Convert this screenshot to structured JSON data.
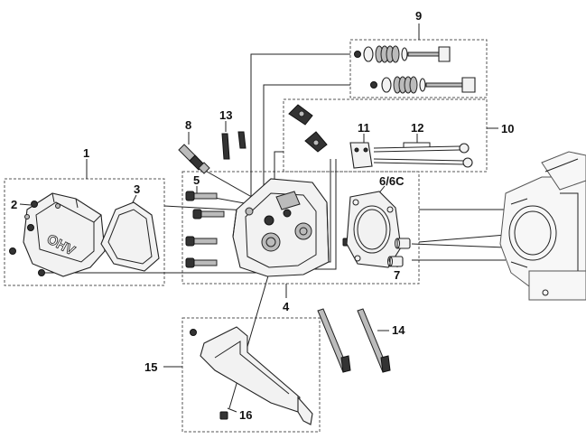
{
  "diagram": {
    "callouts": {
      "c1": "1",
      "c2": "2",
      "c3": "3",
      "c4": "4",
      "c5": "5",
      "c6": "6/6C",
      "c7": "7",
      "c8": "8",
      "c9": "9",
      "c10": "10",
      "c11": "11",
      "c12": "12",
      "c13": "13",
      "c14": "14",
      "c15": "15",
      "c16": "16"
    },
    "valve_cover_marking": "OHV"
  }
}
